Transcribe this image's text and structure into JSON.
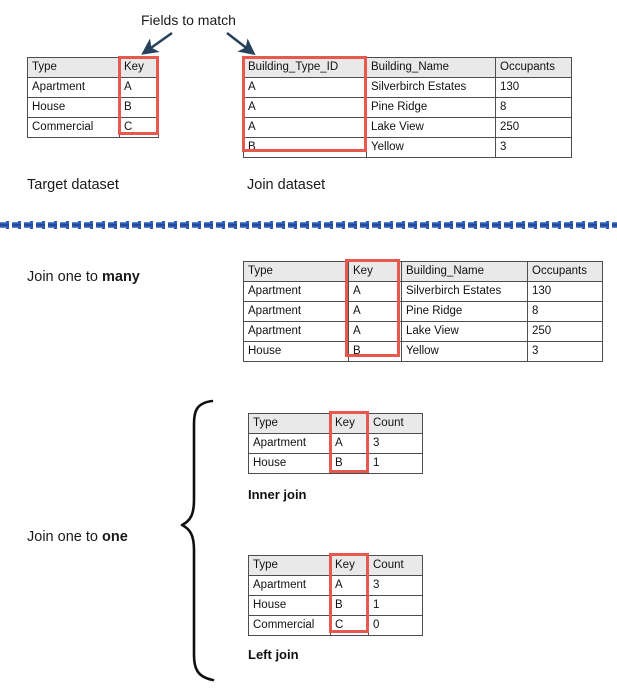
{
  "annotations": {
    "fields_to_match": "Fields to match",
    "target_dataset": "Target dataset",
    "join_dataset": "Join dataset",
    "join_one_to_many_prefix": "Join one to ",
    "join_one_to_many_emphasis": "many",
    "join_one_to_one_prefix": "Join one to ",
    "join_one_to_one_emphasis": "one",
    "inner_join": "Inner join",
    "left_join": "Left join"
  },
  "colors": {
    "highlight_red": "#e8584e",
    "header_gray": "#e9e9e9",
    "border_gray": "#4d4d4d",
    "arrow_navy": "#28415c",
    "divider_blue": "#2e5fb8",
    "text_dark": "#1a1a1a"
  },
  "icons": {
    "arrow_left": "arrow-down-left-icon",
    "arrow_right": "arrow-down-right-icon",
    "brace": "curly-brace-icon",
    "divider": "decorative-blue-divider-icon"
  },
  "tables": {
    "target_dataset": {
      "name": "Target dataset",
      "headers": [
        "Type",
        "Key"
      ],
      "rows": [
        [
          "Apartment",
          "A"
        ],
        [
          "House",
          "B"
        ],
        [
          "Commercial",
          "C"
        ]
      ],
      "highlight_column": "Key"
    },
    "join_dataset": {
      "name": "Join dataset",
      "headers": [
        "Building_Type_ID",
        "Building_Name",
        "Occupants"
      ],
      "rows": [
        [
          "A",
          "Silverbirch Estates",
          "130"
        ],
        [
          "A",
          "Pine Ridge",
          "8"
        ],
        [
          "A",
          "Lake View",
          "250"
        ],
        [
          "B",
          "Yellow",
          "3"
        ]
      ],
      "highlight_column": "Building_Type_ID"
    },
    "one_to_many": {
      "name": "Join one to many",
      "headers": [
        "Type",
        "Key",
        "Building_Name",
        "Occupants"
      ],
      "rows": [
        [
          "Apartment",
          "A",
          "Silverbirch Estates",
          "130"
        ],
        [
          "Apartment",
          "A",
          "Pine Ridge",
          "8"
        ],
        [
          "Apartment",
          "A",
          "Lake View",
          "250"
        ],
        [
          "House",
          "B",
          "Yellow",
          "3"
        ]
      ],
      "highlight_column": "Key"
    },
    "inner_join": {
      "name": "Inner join",
      "headers": [
        "Type",
        "Key",
        "Count"
      ],
      "rows": [
        [
          "Apartment",
          "A",
          "3"
        ],
        [
          "House",
          "B",
          "1"
        ]
      ],
      "highlight_column": "Key"
    },
    "left_join": {
      "name": "Left join",
      "headers": [
        "Type",
        "Key",
        "Count"
      ],
      "rows": [
        [
          "Apartment",
          "A",
          "3"
        ],
        [
          "House",
          "B",
          "1"
        ],
        [
          "Commercial",
          "C",
          "0"
        ]
      ],
      "highlight_column": "Key"
    }
  }
}
